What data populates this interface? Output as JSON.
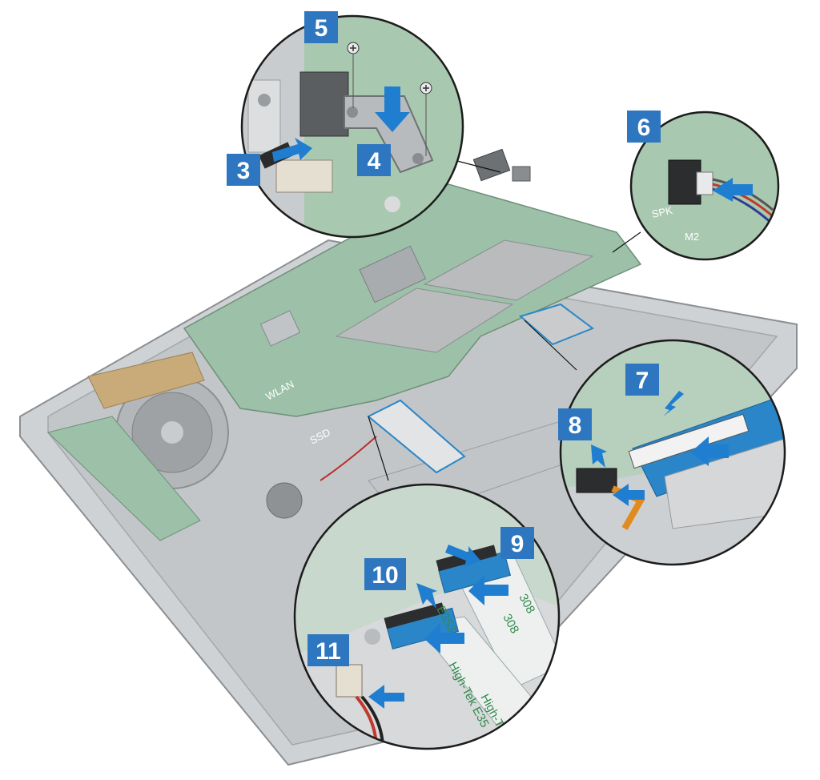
{
  "diagram": {
    "steps": [
      {
        "id": "5",
        "label": "5"
      },
      {
        "id": "3",
        "label": "3"
      },
      {
        "id": "4",
        "label": "4"
      },
      {
        "id": "6",
        "label": "6"
      },
      {
        "id": "7",
        "label": "7"
      },
      {
        "id": "8",
        "label": "8"
      },
      {
        "id": "9",
        "label": "9"
      },
      {
        "id": "10",
        "label": "10"
      },
      {
        "id": "11",
        "label": "11"
      }
    ],
    "board_labels": {
      "wlan": "WLAN",
      "ssd": "SSD",
      "spk": "SPK",
      "m2": "M2"
    },
    "cable_print": {
      "brand_1": "High-Tek",
      "brand_2": "High-Tek E35",
      "code_1": "E353",
      "code_2": "308",
      "code_3": "308"
    },
    "colors": {
      "step_badge": "#2e77c0",
      "arrow_blue": "#1f7ed0",
      "board_green": "#8fb79d",
      "chassis_gray": "#bfc2c4",
      "ribbon_blue": "#2a86c8"
    }
  }
}
